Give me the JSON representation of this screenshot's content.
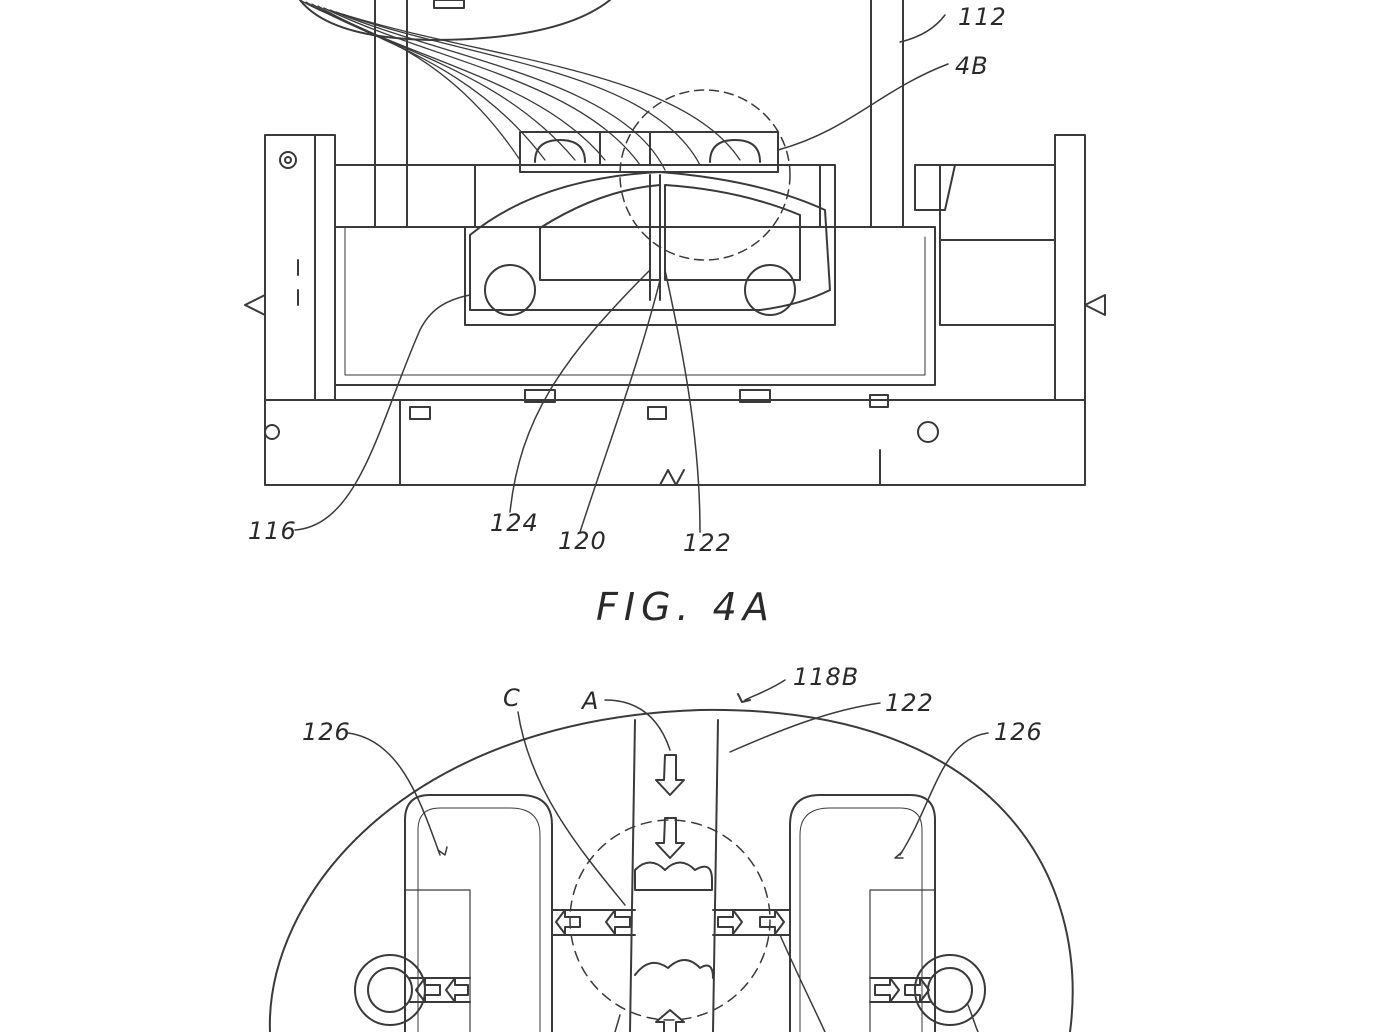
{
  "figure_4a": {
    "caption": "FIG. 4A",
    "labels": {
      "l112": "112",
      "l4b": "4B",
      "l116": "116",
      "l124": "124",
      "l120": "120",
      "l122": "122"
    }
  },
  "figure_4b": {
    "labels": {
      "l118b": "118B",
      "l122": "122",
      "lc": "C",
      "la": "A",
      "l126_left": "126",
      "l126_right": "126"
    }
  }
}
